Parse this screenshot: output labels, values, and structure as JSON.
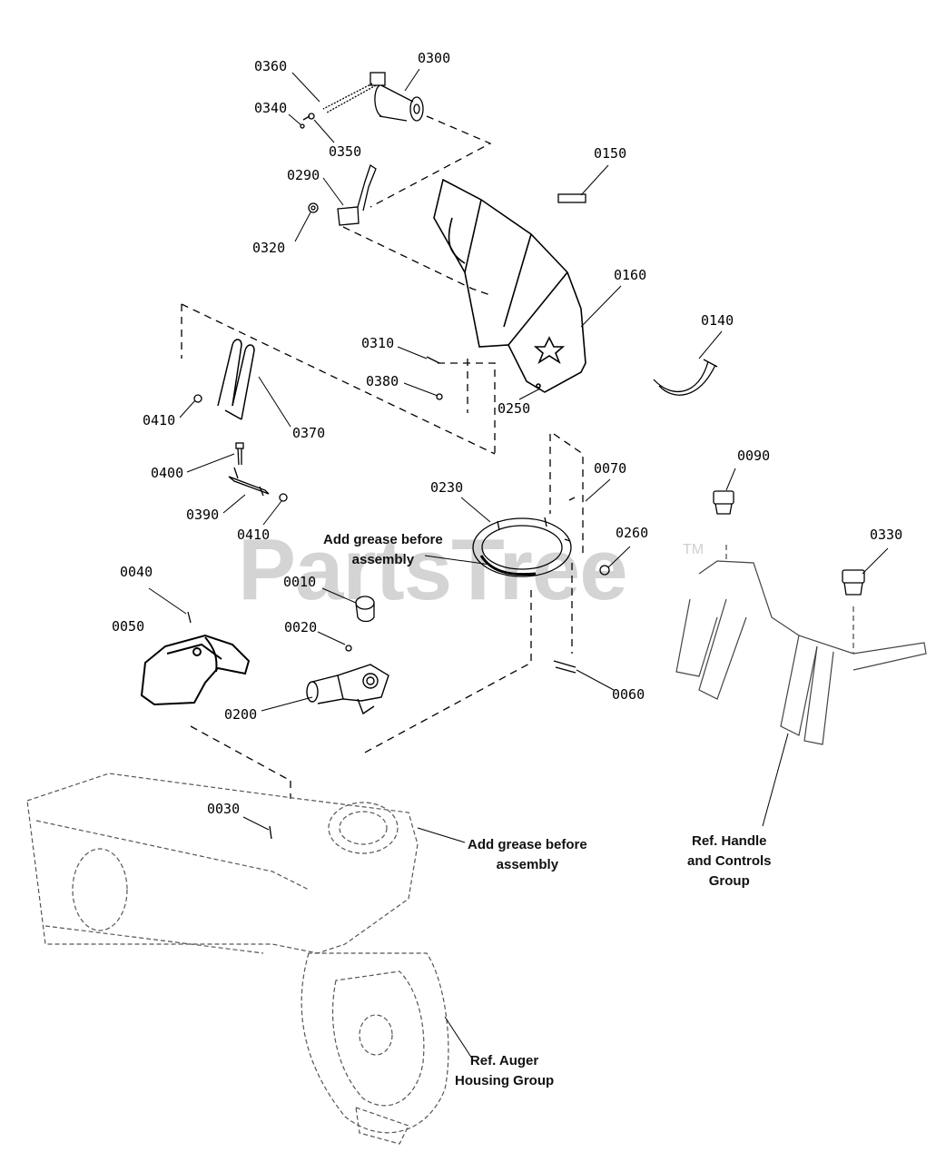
{
  "watermark": {
    "text": "PartsTree",
    "trademark": "TM"
  },
  "callouts": {
    "p0360": "0360",
    "p0300": "0300",
    "p0340": "0340",
    "p0350": "0350",
    "p0290": "0290",
    "p0320": "0320",
    "p0150": "0150",
    "p0160": "0160",
    "p0140": "0140",
    "p0310": "0310",
    "p0380": "0380",
    "p0250": "0250",
    "p0410a": "0410",
    "p0370": "0370",
    "p0400": "0400",
    "p0390": "0390",
    "p0410b": "0410",
    "p0230": "0230",
    "p0070": "0070",
    "p0260": "0260",
    "p0090": "0090",
    "p0330": "0330",
    "p0040": "0040",
    "p0010": "0010",
    "p0050": "0050",
    "p0020": "0020",
    "p0200": "0200",
    "p0060": "0060",
    "p0030": "0030"
  },
  "notes": {
    "grease_top": {
      "line1": "Add grease before",
      "line2": "assembly"
    },
    "grease_bottom": {
      "line1": "Add grease before",
      "line2": "assembly"
    },
    "handle": {
      "line1": "Ref. Handle",
      "line2": "and Controls",
      "line3": "Group"
    },
    "auger": {
      "line1": "Ref. Auger",
      "line2": "Housing Group"
    }
  }
}
